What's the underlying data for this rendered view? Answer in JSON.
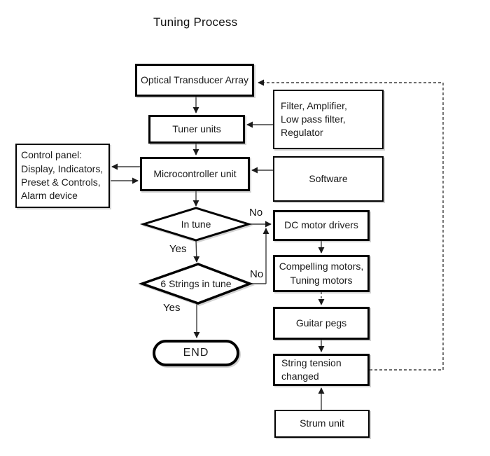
{
  "title": "Tuning Process",
  "nodes": {
    "optical": "Optical Transducer Array",
    "tuner": "Tuner units",
    "filter": "Filter, Amplifier,\nLow pass filter,\nRegulator",
    "control": "Control panel:\nDisplay, Indicators,\nPreset & Controls,\nAlarm device",
    "micro": "Microcontroller unit",
    "software": "Software",
    "in_tune": "In tune",
    "six_strings": "6 Strings in tune",
    "end": "END",
    "dc": "DC motor drivers",
    "compelling": "Compelling motors,\nTuning motors",
    "guitar": "Guitar pegs",
    "string_tension": "String tension\nchanged",
    "strum": "Strum unit"
  },
  "edge_labels": {
    "in_tune_no": "No",
    "in_tune_yes": "Yes",
    "six_strings_no": "No",
    "six_strings_yes": "Yes"
  },
  "colors": {
    "line": "#3d3d3d",
    "border": "#000000",
    "text": "#1a1a1a",
    "background": "#ffffff"
  }
}
